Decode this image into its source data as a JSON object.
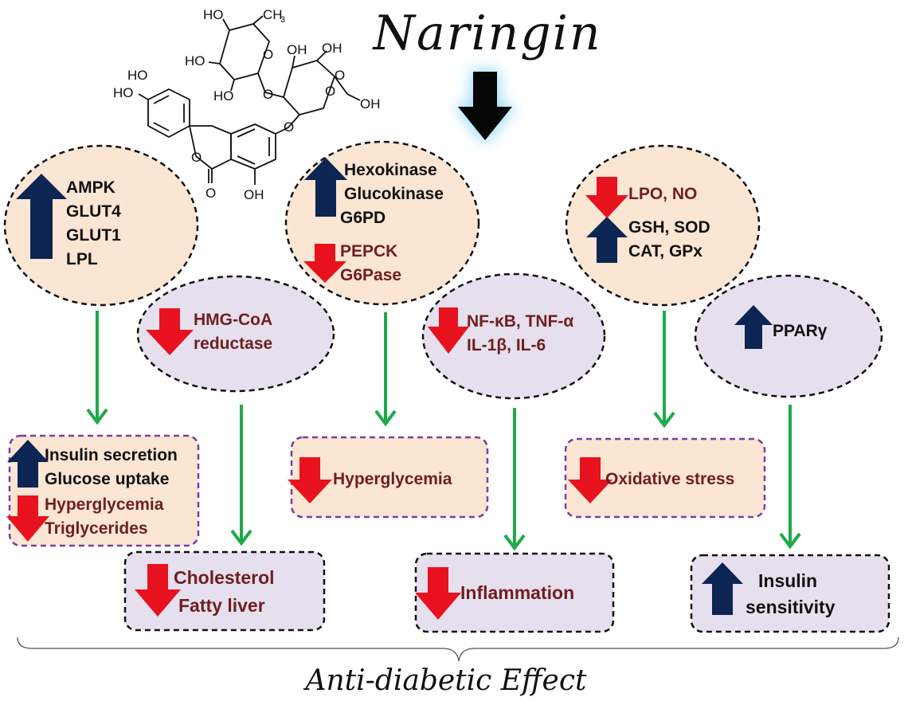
{
  "title": "Naringin",
  "footer": "Anti-diabetic Effect",
  "colors": {
    "peach": "#fbe5d3",
    "lavender": "#e6dfee",
    "up_arrow": "#0d2553",
    "down_arrow": "#e8121e",
    "green_arrow": "#1faa4a",
    "dark_text": "#111111",
    "red_text": "#6e1f1f"
  },
  "molecule": {
    "labels": [
      "HO",
      "HO",
      "HO",
      "HO",
      "HO",
      "OH",
      "OH",
      "CH",
      "3",
      "O",
      "O",
      "O",
      "O",
      "O",
      "O",
      "OH",
      "O",
      "OH"
    ]
  },
  "ovals": {
    "ampk": {
      "up": [
        "AMPK",
        "GLUT4",
        "GLUT1",
        "LPL"
      ]
    },
    "hmg": {
      "down": [
        "HMG-CoA",
        "reductase"
      ]
    },
    "hexo": {
      "up": [
        "Hexokinase",
        "Glucokinase",
        "G6PD"
      ],
      "down": [
        "PEPCK",
        "G6Pase"
      ]
    },
    "nfkb": {
      "down": [
        "NF-κB, TNF-α",
        "IL-1β, IL-6"
      ]
    },
    "lpo": {
      "down": [
        "LPO, NO"
      ],
      "up": [
        "GSH, SOD",
        "CAT, GPx"
      ]
    },
    "ppar": {
      "up": [
        "PPARγ"
      ]
    }
  },
  "boxes": {
    "insulin_secretion": {
      "up": [
        "Insulin secretion",
        "Glucose uptake"
      ],
      "down": [
        "Hyperglycemia",
        "Triglycerides"
      ]
    },
    "hyperglycemia": {
      "down": [
        "Hyperglycemia"
      ]
    },
    "oxidative": {
      "down": [
        "Oxidative stress"
      ]
    },
    "cholesterol": {
      "down": [
        "Cholesterol",
        "Fatty liver"
      ]
    },
    "inflammation": {
      "down": [
        "Inflammation"
      ]
    },
    "insulin_sensitivity": {
      "up": [
        "Insulin",
        "sensitivity"
      ]
    }
  }
}
